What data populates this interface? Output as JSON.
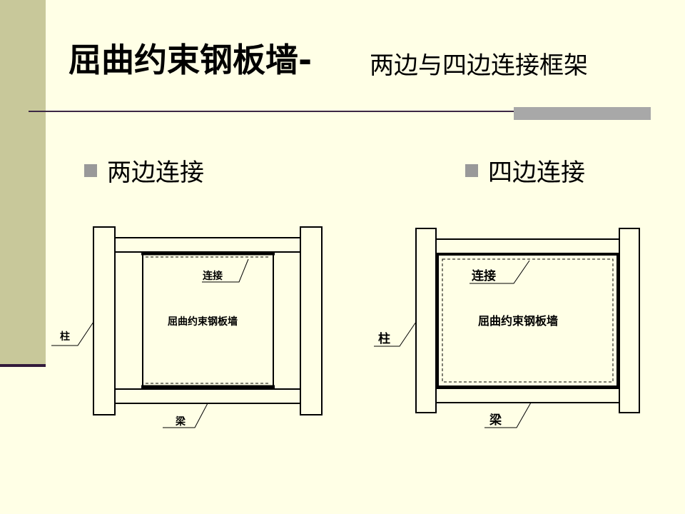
{
  "slide": {
    "title_main": "屈曲约束钢板墙-",
    "title_sub": "两边与四边连接框架"
  },
  "bullets": [
    {
      "text": "两边连接"
    },
    {
      "text": "四边连接"
    }
  ],
  "diagrams": [
    {
      "id": "two-side",
      "labels": {
        "connection": "连接",
        "wall": "屈曲约束钢板墙",
        "column": "柱",
        "beam": "梁"
      }
    },
    {
      "id": "four-side",
      "labels": {
        "connection": "连接",
        "wall": "屈曲约束钢板墙",
        "column": "柱",
        "beam": "梁"
      }
    }
  ],
  "colors": {
    "background": "#ffffe6",
    "left_band": "#c8c89a",
    "rule": "#3d2845",
    "accent": "#a8a8a8",
    "bullet": "#999999"
  }
}
